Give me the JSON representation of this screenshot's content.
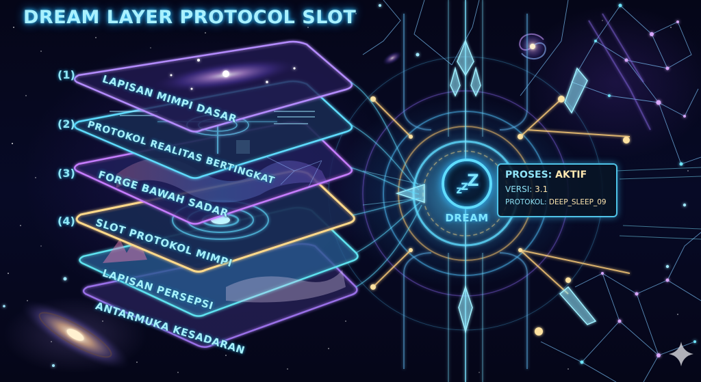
{
  "title": "DREAM LAYER PROTOCOL SLOT",
  "layers": [
    {
      "number": "(1)",
      "label": "LAPISAN MIMPI DASAR",
      "border_color": "#b58cff"
    },
    {
      "number": "(2)",
      "label": "PROTOKOL REALITAS BERTINGKAT",
      "border_color": "#5fdcff"
    },
    {
      "number": "(3)",
      "label": "FORGE BAWAH SADAR",
      "border_color": "#c77dff"
    },
    {
      "number": "(4)",
      "label": "SLOT PROTOKOL MIMPI",
      "border_color": "#ffd98a"
    },
    {
      "number": "",
      "label": "LAPISAN PERSEPSI",
      "border_color": "#5fe3f0"
    },
    {
      "number": "",
      "label": "ANTARMUKA KESADARAN",
      "border_color": "#9a70e8"
    }
  ],
  "core": {
    "icon": "sleep-zzz-icon",
    "zzz": [
      "z",
      "z",
      "Z"
    ],
    "label": "DREAM"
  },
  "info_panel": {
    "status_key": "PROSES:",
    "status_value": "AKTIF",
    "version_key": "VERSI:",
    "version_value": "3.1",
    "protocol_key": "PROTOKOL:",
    "protocol_value": "DEEP_SLEEP_09"
  },
  "colors": {
    "accent_cyan": "#5fdcff",
    "accent_gold": "#ffd98a",
    "accent_violet": "#b58cff",
    "background": "#05061a"
  }
}
